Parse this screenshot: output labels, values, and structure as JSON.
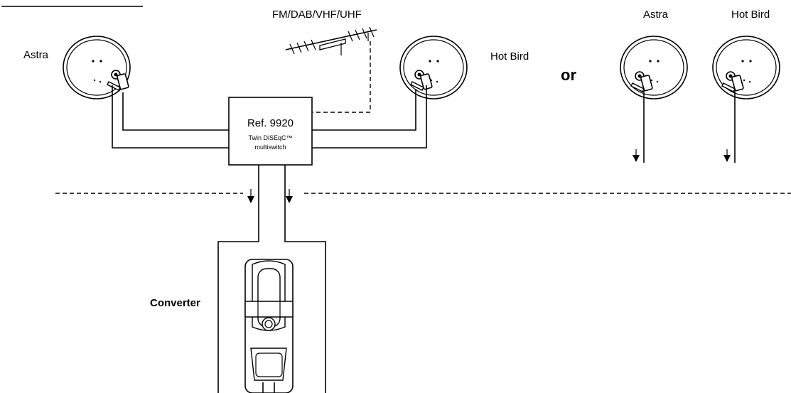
{
  "labels": {
    "antenna": "FM/DAB/VHF/UHF",
    "left_dish": "Astra",
    "right_dish": "Hot Bird",
    "alt_word": "or",
    "alt_dish_1": "Astra",
    "alt_dish_2": "Hot Bird",
    "converter": "Converter"
  },
  "multiswitch": {
    "ref": "Ref. 9920",
    "line1": "Twin DiSEqC™",
    "line2": "multiswitch"
  }
}
